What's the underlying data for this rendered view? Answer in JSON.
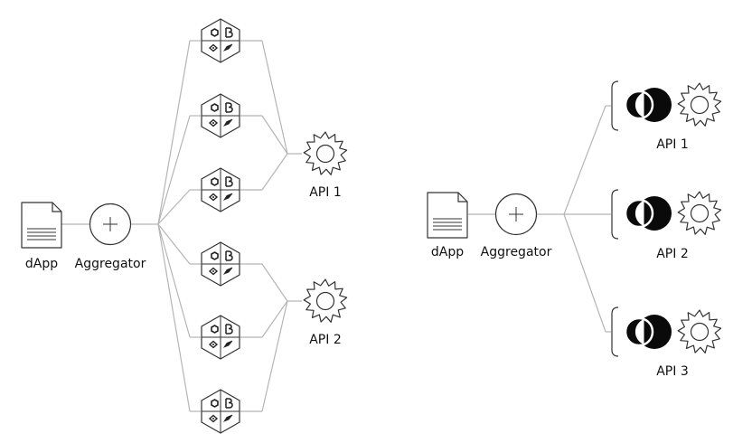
{
  "left_diagram": {
    "dapp_label": "dApp",
    "aggregator_label": "Aggregator",
    "oracle_node_count": 6,
    "apis": [
      {
        "label": "API 1"
      },
      {
        "label": "API 2"
      }
    ]
  },
  "right_diagram": {
    "dapp_label": "dApp",
    "aggregator_label": "Aggregator",
    "apis": [
      {
        "label": "API 1"
      },
      {
        "label": "API 2"
      },
      {
        "label": "API 3"
      }
    ]
  },
  "colors": {
    "line": "#b5b5b5",
    "stroke": "#333333",
    "fill_dark": "#0a0a0a"
  }
}
